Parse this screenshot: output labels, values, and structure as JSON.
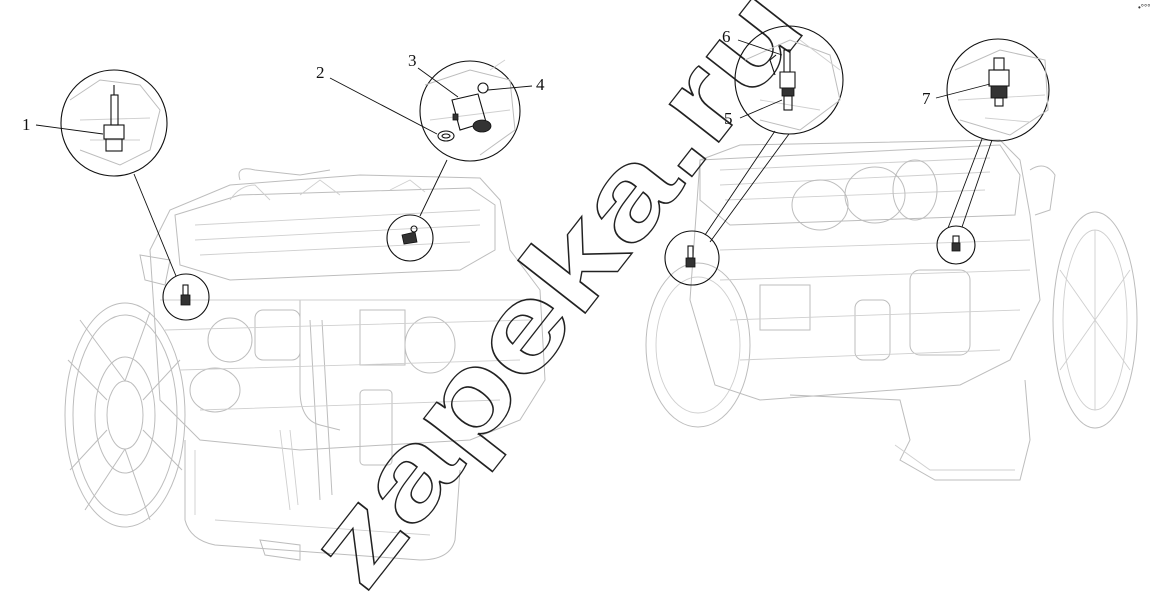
{
  "figure": {
    "callouts": [
      "1",
      "2",
      "3",
      "4",
      "5",
      "6",
      "7"
    ],
    "watermark": "zapeka.ru",
    "corner_mark": "•°°°"
  }
}
